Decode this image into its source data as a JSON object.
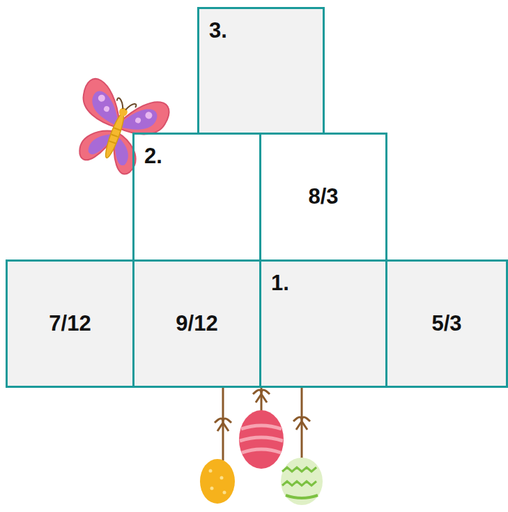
{
  "diagram": {
    "nodes": [
      {
        "text": [
          "3."
        ]
      },
      {
        "text": [
          "2."
        ]
      },
      {
        "text": [
          "8/3"
        ]
      },
      {
        "text": [
          "7/12"
        ]
      },
      {
        "text": [
          "9/12"
        ]
      },
      {
        "text": [
          "1."
        ]
      },
      {
        "text": [
          "5/3"
        ]
      }
    ]
  }
}
